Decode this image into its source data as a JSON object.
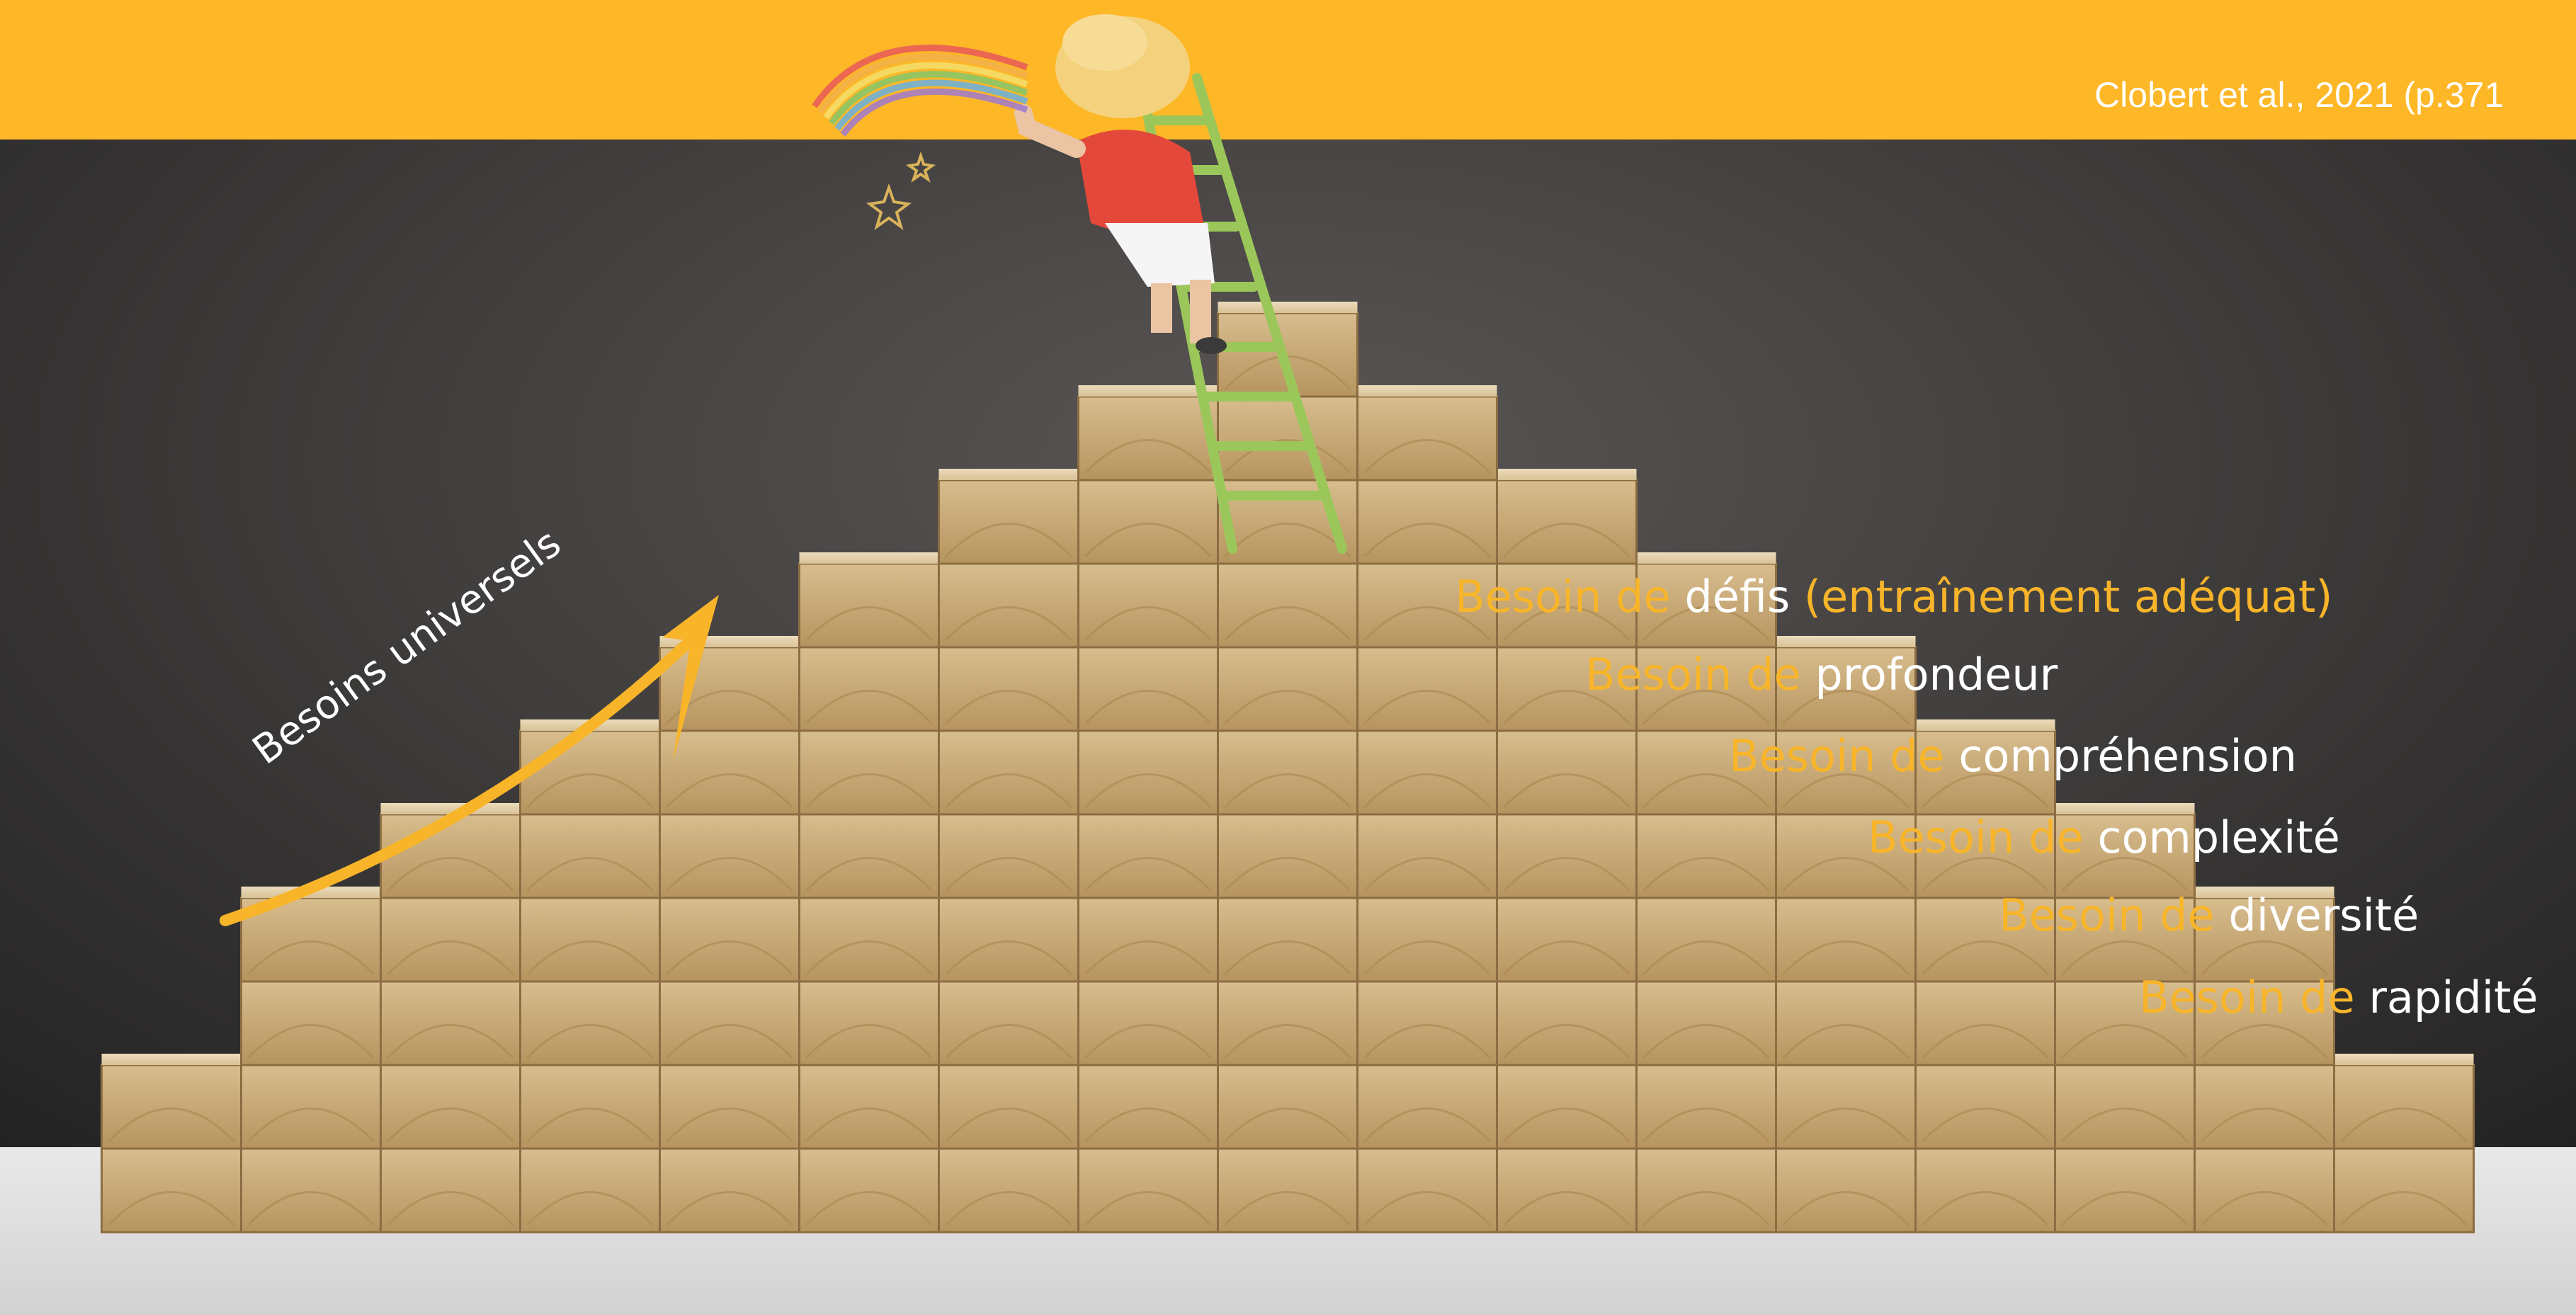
{
  "header": {
    "citation": "Clobert et al., 2021 (p.371"
  },
  "colors": {
    "accent": "#fdb727",
    "label_highlight": "#f8b52a",
    "label_text": "#ffffff",
    "background": "#3a3a3a",
    "wood": "#c9a978",
    "ladder": "#9bc75a"
  },
  "annotation": {
    "arrow_label": "Besoins universels"
  },
  "needs": [
    {
      "prefix": "Besoin de ",
      "term": "défis",
      "suffix": " (entraînement adéquat)"
    },
    {
      "prefix": "Besoin de ",
      "term": "profondeur",
      "suffix": ""
    },
    {
      "prefix": "Besoin de ",
      "term": "compréhension",
      "suffix": ""
    },
    {
      "prefix": "Besoin de ",
      "term": "complexité",
      "suffix": ""
    },
    {
      "prefix": "Besoin de ",
      "term": "diversité",
      "suffix": ""
    },
    {
      "prefix": "Besoin de ",
      "term": "rapidité",
      "suffix": ""
    }
  ]
}
